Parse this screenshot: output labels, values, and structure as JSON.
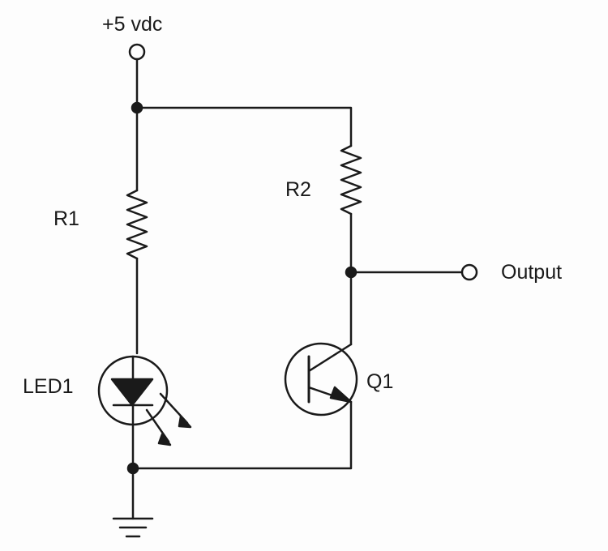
{
  "labels": {
    "supply": "+5 vdc",
    "r1": "R1",
    "r2": "R2",
    "led1": "LED1",
    "q1": "Q1",
    "output": "Output"
  },
  "colors": {
    "ink": "#1a1a1a",
    "paper": "#fdfdfd"
  },
  "icons": {
    "terminal": "open-circle-terminal",
    "junction": "filled-dot",
    "resistor": "zigzag-resistor",
    "led": "led-diode-with-arrows",
    "transistor": "npn-transistor",
    "ground": "ground-symbol"
  }
}
